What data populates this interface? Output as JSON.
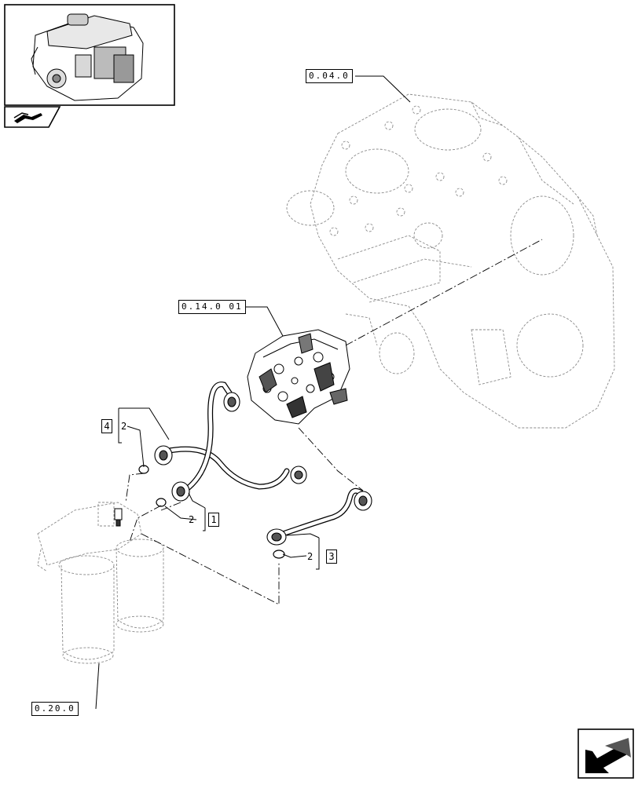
{
  "refs": {
    "engine_block": "0.04.0",
    "injection_pump": "0.14.0 01",
    "fuel_filter": "0.20.0"
  },
  "callouts": {
    "item_4": {
      "box": "4",
      "qty": "2"
    },
    "item_1": {
      "box": "1",
      "qty": "2"
    },
    "item_3": {
      "box": "3",
      "qty": "2"
    }
  },
  "icons": {
    "thumbnail": "engine-thumbnail-icon",
    "view": "book-view-icon",
    "navigation": "next-page-arrow-icon"
  },
  "colors": {
    "line": "#000000",
    "ghost": "#8a8a8a",
    "background": "#ffffff"
  }
}
